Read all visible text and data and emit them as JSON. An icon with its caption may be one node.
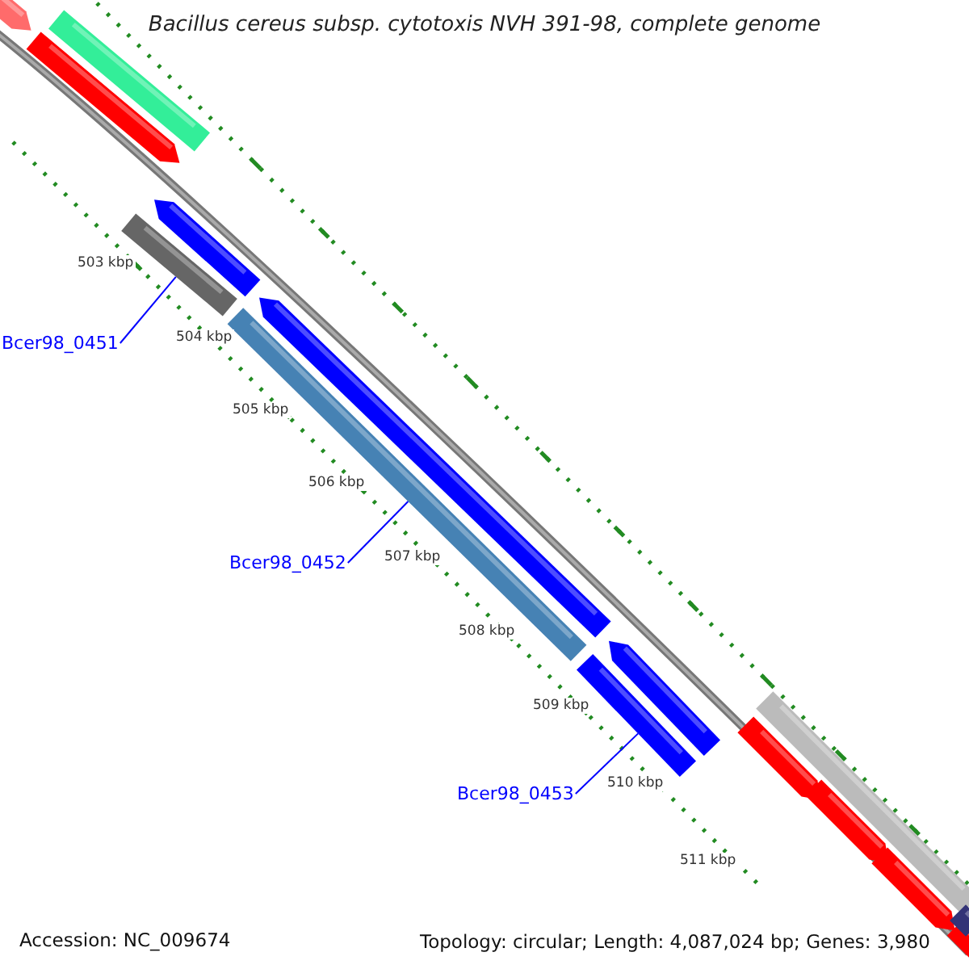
{
  "diagram": {
    "title": "Bacillus cereus subsp. cytotoxis NVH 391-98, complete genome",
    "nodes": [
      {
        "text": [
          "Bcer98_0451"
        ]
      },
      {
        "text": [],
        "shape": "bar"
      },
      {
        "text": [
          "Bcer98_0452"
        ]
      },
      {
        "text": [],
        "shape": "bar"
      },
      {
        "text": [
          "Bcer98_0453"
        ]
      },
      {
        "text": [],
        "shape": "bar"
      }
    ],
    "edges": [
      {
        "from": 0,
        "to": 1,
        "arrow": "none"
      },
      {
        "from": 2,
        "to": 3,
        "arrow": "none"
      },
      {
        "from": 4,
        "to": 5,
        "arrow": "none"
      }
    ],
    "labels": [
      "503 kbp",
      "504 kbp",
      "505 kbp",
      "506 kbp",
      "507 kbp",
      "508 kbp",
      "509 kbp",
      "510 kbp",
      "511 kbp",
      "Accession: NC_009674",
      "Topology: circular; Length: 4,087,024 bp; Genes: 3,980"
    ]
  }
}
